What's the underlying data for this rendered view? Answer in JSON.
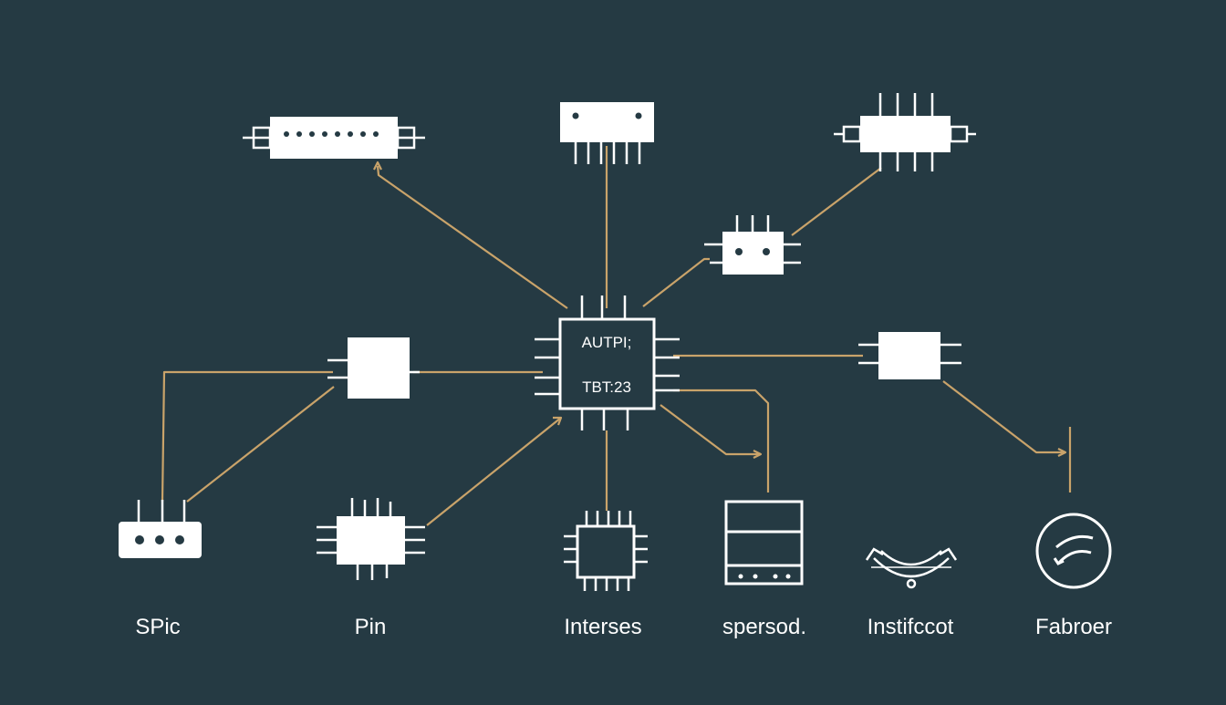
{
  "colors": {
    "background": "#253a43",
    "component": "#ffffff",
    "trace": "#c9a36a",
    "chip_label": "#253a43",
    "caption": "#ffffff"
  },
  "central_chip": {
    "label_line1": "AUTPI;",
    "label_line2": "TBT:23"
  },
  "labels": {
    "spic": "SPic",
    "pin": "Pin",
    "interses": "Interses",
    "spersod": "spersod.",
    "instifccot": "Instifccot",
    "fabroer": "Fabroer"
  }
}
